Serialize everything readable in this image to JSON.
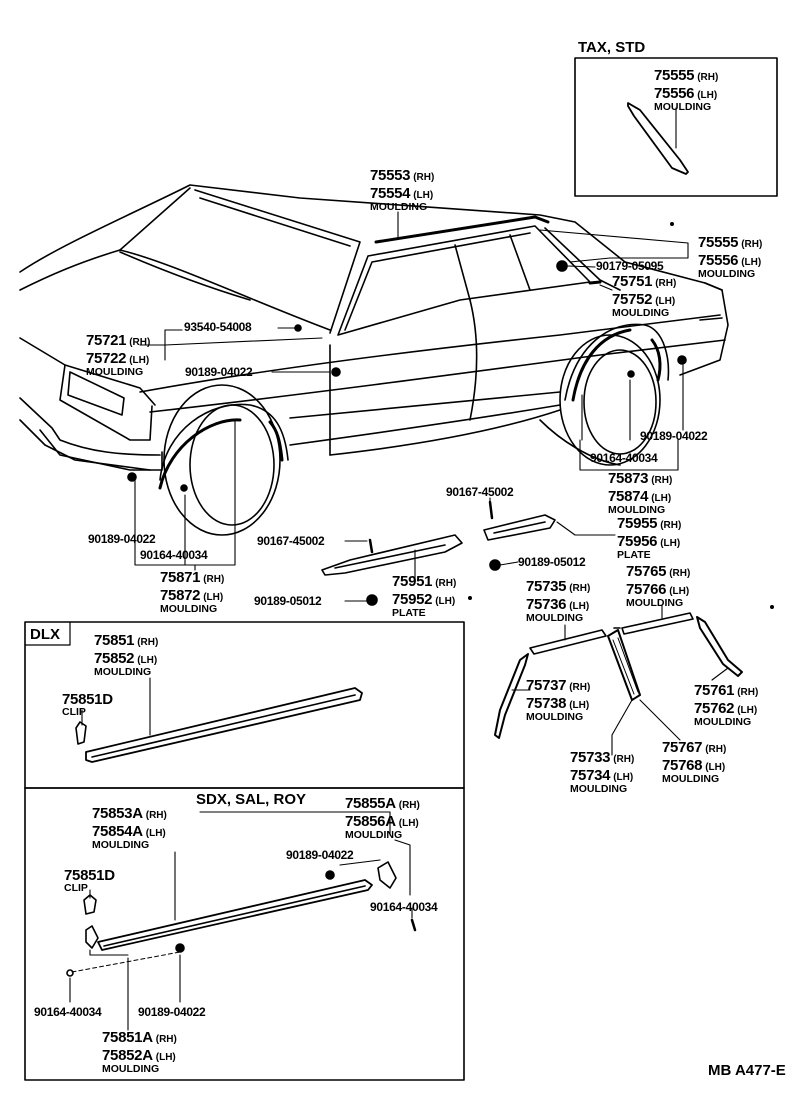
{
  "diagram_code": "MB  A477-E",
  "groups": {
    "tax": "TAX, STD",
    "dlx": "DLX",
    "sdx": "SDX, SAL, ROY"
  },
  "callouts": {
    "c75555_box": {
      "rh": "75555",
      "lh": "75556",
      "rh_tag": "(RH)",
      "lh_tag": "(LH)",
      "name": "MOULDING"
    },
    "c75553": {
      "rh": "75553",
      "lh": "75554",
      "rh_tag": "(RH)",
      "lh_tag": "(LH)",
      "name": "MOULDING"
    },
    "c75555": {
      "rh": "75555",
      "lh": "75556",
      "rh_tag": "(RH)",
      "lh_tag": "(LH)",
      "name": "MOULDING"
    },
    "c90179": {
      "part": "90179-05095"
    },
    "c75751": {
      "rh": "75751",
      "lh": "75752",
      "rh_tag": "(RH)",
      "lh_tag": "(LH)",
      "name": "MOULDING"
    },
    "c75721": {
      "rh": "75721",
      "lh": "75722",
      "rh_tag": "(RH)",
      "lh_tag": "(LH)",
      "name": "MOULDING"
    },
    "c93540": {
      "part": "93540-54008"
    },
    "c90189_a": {
      "part": "90189-04022"
    },
    "c90189_b": {
      "part": "90189-04022"
    },
    "c90164_a": {
      "part": "90164-40034"
    },
    "c75873": {
      "rh": "75873",
      "lh": "75874",
      "rh_tag": "(RH)",
      "lh_tag": "(LH)",
      "name": "MOULDING"
    },
    "c90167_a": {
      "part": "90167-45002"
    },
    "c75955": {
      "rh": "75955",
      "lh": "75956",
      "rh_tag": "(RH)",
      "lh_tag": "(LH)",
      "name": "PLATE"
    },
    "c90167_b": {
      "part": "90167-45002"
    },
    "c90189_05012_a": {
      "part": "90189-05012"
    },
    "c90189_c": {
      "part": "90189-04022"
    },
    "c90164_b": {
      "part": "90164-40034"
    },
    "c75871": {
      "rh": "75871",
      "lh": "75872",
      "rh_tag": "(RH)",
      "lh_tag": "(LH)",
      "name": "MOULDING"
    },
    "c75951": {
      "rh": "75951",
      "lh": "75952",
      "rh_tag": "(RH)",
      "lh_tag": "(LH)",
      "name": "PLATE"
    },
    "c90189_05012_b": {
      "part": "90189-05012"
    },
    "c75765": {
      "rh": "75765",
      "lh": "75766",
      "rh_tag": "(RH)",
      "lh_tag": "(LH)",
      "name": "MOULDING"
    },
    "c75735": {
      "rh": "75735",
      "lh": "75736",
      "rh_tag": "(RH)",
      "lh_tag": "(LH)",
      "name": "MOULDING"
    },
    "c75737": {
      "rh": "75737",
      "lh": "75738",
      "rh_tag": "(RH)",
      "lh_tag": "(LH)",
      "name": "MOULDING"
    },
    "c75761": {
      "rh": "75761",
      "lh": "75762",
      "rh_tag": "(RH)",
      "lh_tag": "(LH)",
      "name": "MOULDING"
    },
    "c75733": {
      "rh": "75733",
      "lh": "75734",
      "rh_tag": "(RH)",
      "lh_tag": "(LH)",
      "name": "MOULDING"
    },
    "c75767": {
      "rh": "75767",
      "lh": "75768",
      "rh_tag": "(RH)",
      "lh_tag": "(LH)",
      "name": "MOULDING"
    },
    "c75851": {
      "rh": "75851",
      "lh": "75852",
      "rh_tag": "(RH)",
      "lh_tag": "(LH)",
      "name": "MOULDING"
    },
    "c75851d_a": {
      "part": "75851D",
      "name": "CLIP"
    },
    "c75853a": {
      "rh": "75853A",
      "lh": "75854A",
      "rh_tag": "(RH)",
      "lh_tag": "(LH)",
      "name": "MOULDING"
    },
    "c75855a": {
      "rh": "75855A",
      "lh": "75856A",
      "rh_tag": "(RH)",
      "lh_tag": "(LH)",
      "name": "MOULDING"
    },
    "c90189_d": {
      "part": "90189-04022"
    },
    "c75851d_b": {
      "part": "75851D",
      "name": "CLIP"
    },
    "c90164_c": {
      "part": "90164-40034"
    },
    "c90164_d": {
      "part": "90164-40034"
    },
    "c90189_e": {
      "part": "90189-04022"
    },
    "c75851a": {
      "rh": "75851A",
      "lh": "75852A",
      "rh_tag": "(RH)",
      "lh_tag": "(LH)",
      "name": "MOULDING"
    }
  }
}
